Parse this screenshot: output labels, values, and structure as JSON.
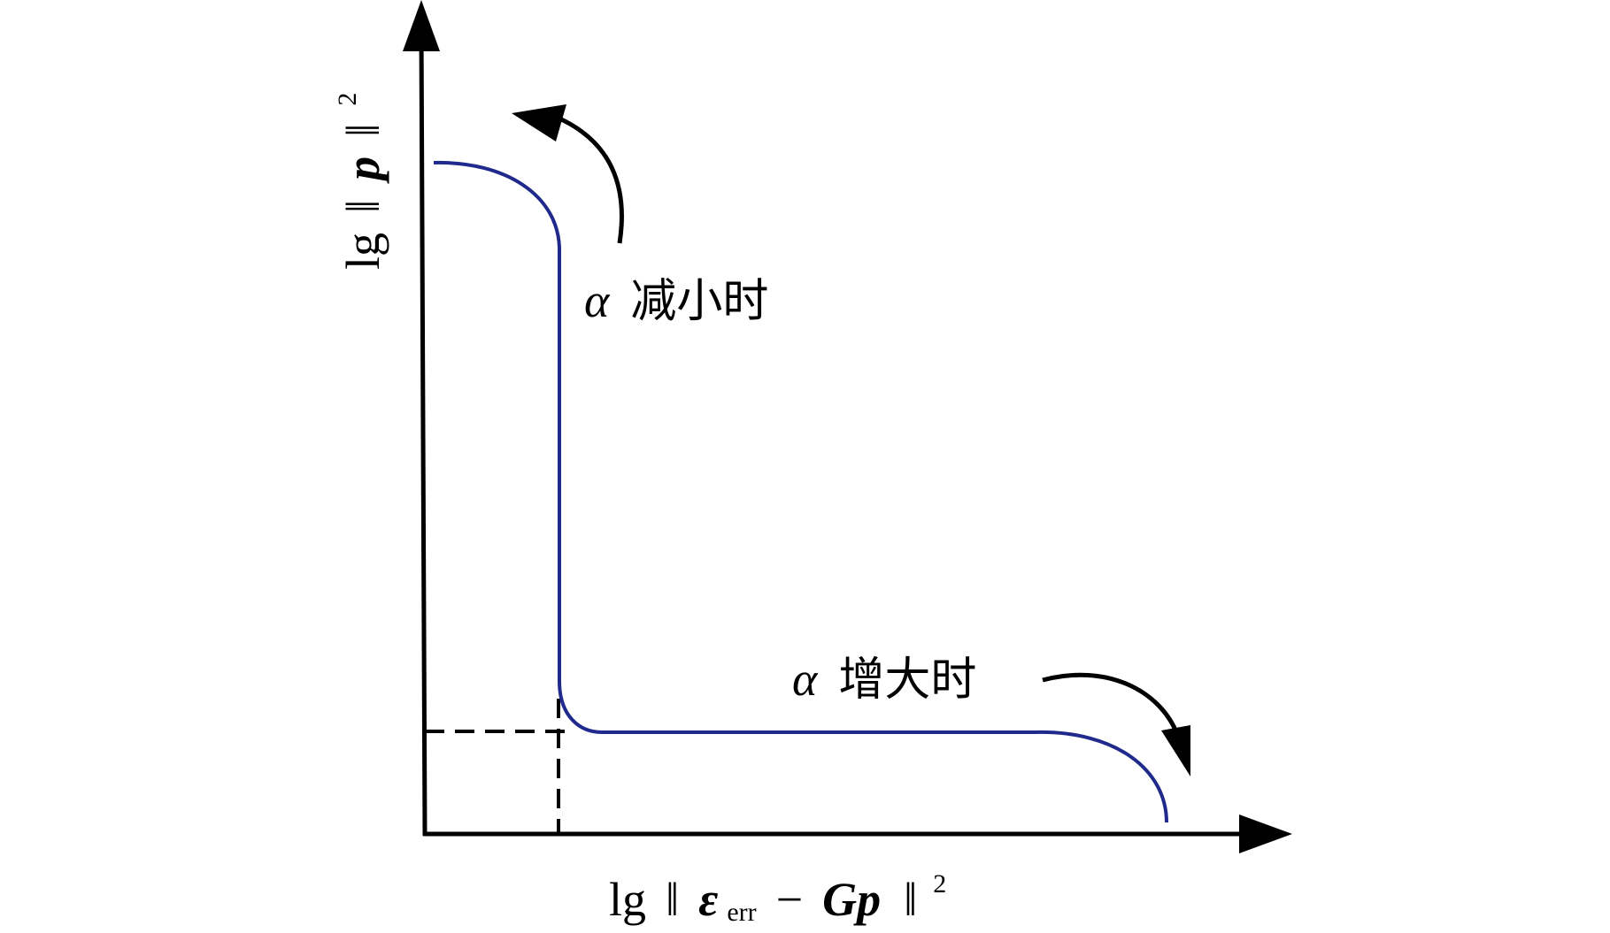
{
  "diagram": {
    "x_axis_label": {
      "prefix": "lg",
      "bars_open": "‖",
      "epsilon": "ε",
      "sub": "err",
      "minus": "−",
      "Gp": "Gp",
      "bars_close": "‖",
      "sup": "2"
    },
    "y_axis_label": {
      "prefix": "lg",
      "bars_open": "‖",
      "p": "p",
      "bars_close": "‖",
      "sup": "2"
    },
    "annotation_decrease": {
      "alpha": "α",
      "text": "减小时"
    },
    "annotation_increase": {
      "alpha": "α",
      "text": "增大时"
    },
    "colors": {
      "curve": "#1f2a8c",
      "axes": "#000000",
      "dashed": "#000000"
    }
  }
}
